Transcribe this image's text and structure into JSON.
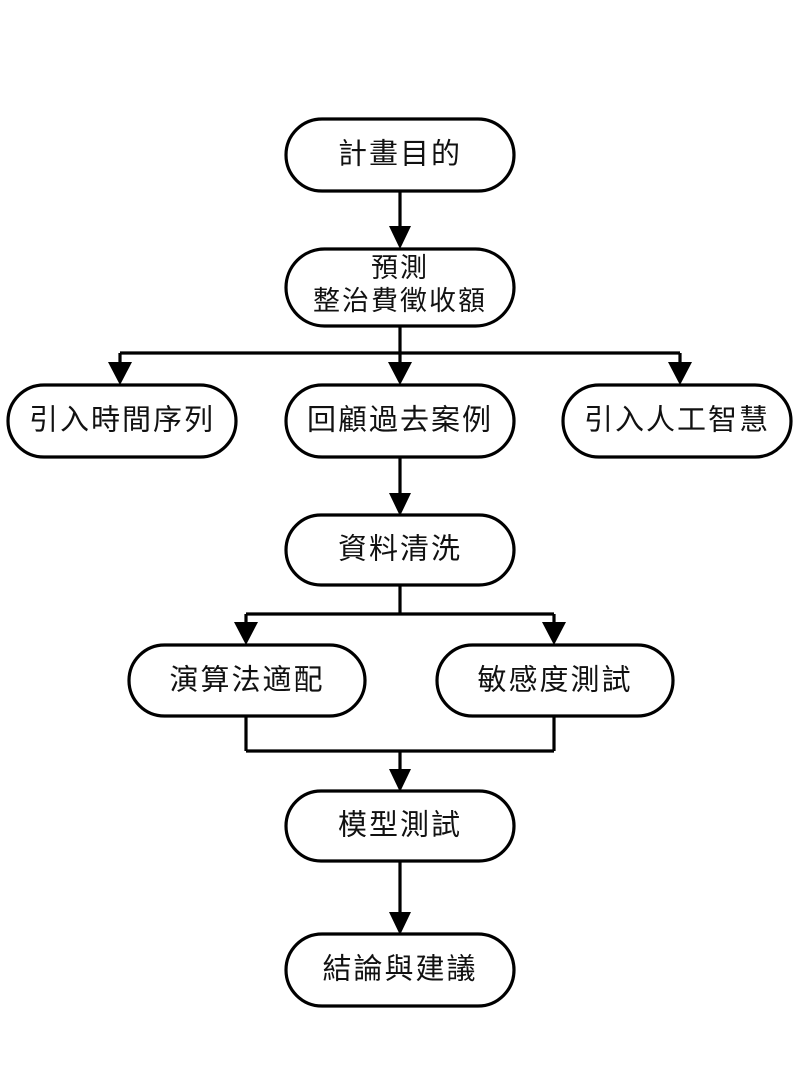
{
  "diagram": {
    "title": "",
    "type": "flowchart",
    "orientation": "top-to-bottom",
    "background_color": "#ffffff",
    "node_fill_color": "#ffffff",
    "node_border_color": "#000000",
    "text_color": "#111111",
    "edge_color": "#000000",
    "nodes": [
      {
        "id": "n1",
        "label": "計畫目的",
        "lines": [
          "計畫目的"
        ],
        "shape": "stadium",
        "row": 1
      },
      {
        "id": "n2",
        "label": "預測 整治費徵收額",
        "lines": [
          "預測",
          "整治費徵收額"
        ],
        "shape": "stadium",
        "row": 2
      },
      {
        "id": "n3",
        "label": "引入時間序列",
        "lines": [
          "引入時間序列"
        ],
        "shape": "stadium",
        "row": 3
      },
      {
        "id": "n4",
        "label": "回顧過去案例",
        "lines": [
          "回顧過去案例"
        ],
        "shape": "stadium",
        "row": 3
      },
      {
        "id": "n5",
        "label": "引入人工智慧",
        "lines": [
          "引入人工智慧"
        ],
        "shape": "stadium",
        "row": 3
      },
      {
        "id": "n6",
        "label": "資料清洗",
        "lines": [
          "資料清洗"
        ],
        "shape": "stadium",
        "row": 4
      },
      {
        "id": "n7",
        "label": "演算法適配",
        "lines": [
          "演算法適配"
        ],
        "shape": "stadium",
        "row": 5
      },
      {
        "id": "n8",
        "label": "敏感度測試",
        "lines": [
          "敏感度測試"
        ],
        "shape": "stadium",
        "row": 5
      },
      {
        "id": "n9",
        "label": "模型測試",
        "lines": [
          "模型測試"
        ],
        "shape": "stadium",
        "row": 6
      },
      {
        "id": "n10",
        "label": "結論與建議",
        "lines": [
          "結論與建議"
        ],
        "shape": "stadium",
        "row": 7
      }
    ],
    "edges": [
      {
        "from": "n1",
        "to": "n2",
        "style": "straight-arrow"
      },
      {
        "from": "n2",
        "to": "n3",
        "style": "branch-arrow"
      },
      {
        "from": "n2",
        "to": "n4",
        "style": "branch-arrow"
      },
      {
        "from": "n2",
        "to": "n5",
        "style": "branch-arrow"
      },
      {
        "from": "n4",
        "to": "n6",
        "style": "straight-arrow"
      },
      {
        "from": "n6",
        "to": "n7",
        "style": "branch-arrow"
      },
      {
        "from": "n6",
        "to": "n8",
        "style": "branch-arrow"
      },
      {
        "from": "n7",
        "to": "n9",
        "style": "merge-arrow"
      },
      {
        "from": "n8",
        "to": "n9",
        "style": "merge-arrow"
      },
      {
        "from": "n9",
        "to": "n10",
        "style": "straight-arrow"
      }
    ]
  }
}
